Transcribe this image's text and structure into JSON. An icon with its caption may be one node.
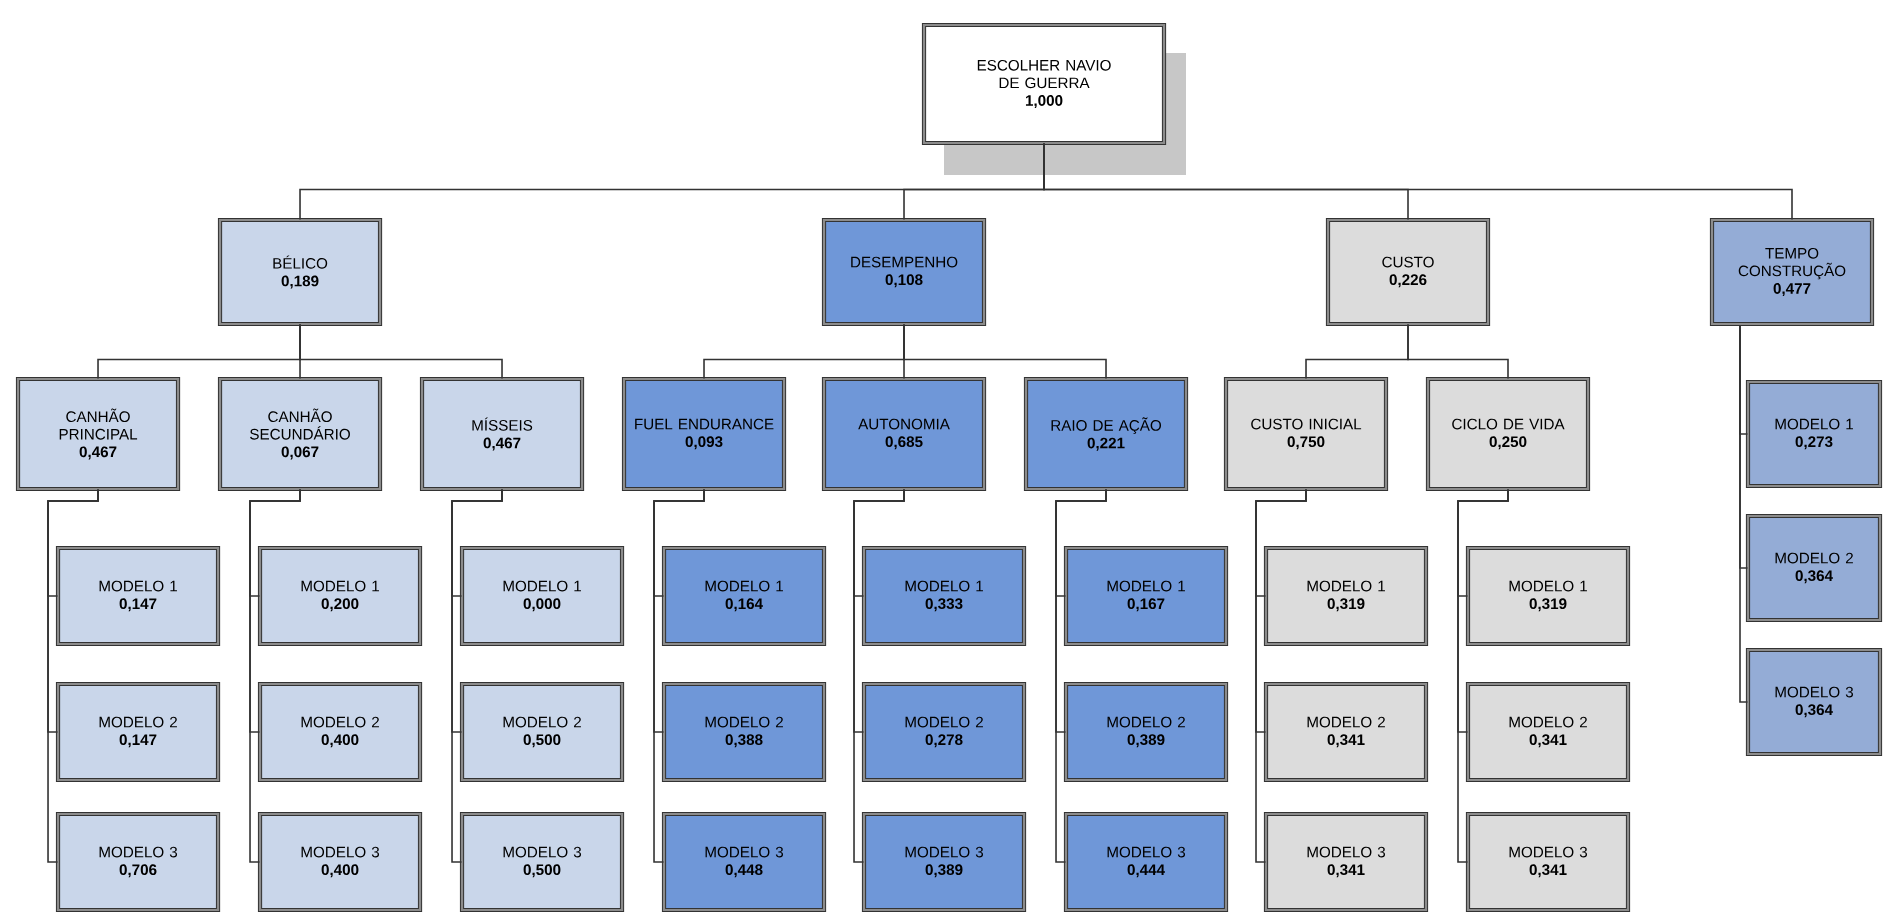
{
  "diagram": {
    "nodes": [
      {
        "text": [
          "ESCOLHER NAVIO DE GUERRA",
          "1,000"
        ]
      },
      {
        "text": [
          "BÉLICO",
          "0,189"
        ]
      },
      {
        "text": [
          "DESEMPENHO",
          "0,108"
        ]
      },
      {
        "text": [
          "CUSTO",
          "0,226"
        ]
      },
      {
        "text": [
          "TEMPO CONSTRUÇÃO",
          "0,477"
        ]
      },
      {
        "text": [
          "CANHÃO PRINCIPAL",
          "0,467"
        ]
      },
      {
        "text": [
          "CANHÃO SECUNDÁRIO",
          "0,067"
        ]
      },
      {
        "text": [
          "MÍSSEIS",
          "0,467"
        ]
      },
      {
        "text": [
          "FUEL ENDURANCE",
          "0,093"
        ]
      },
      {
        "text": [
          "AUTONOMIA",
          "0,685"
        ]
      },
      {
        "text": [
          "RAIO DE AÇÃO",
          "0,221"
        ]
      },
      {
        "text": [
          "CUSTO INICIAL",
          "0,750"
        ]
      },
      {
        "text": [
          "CICLO DE VIDA",
          "0,250"
        ]
      },
      {
        "text": [
          "MODELO 1",
          "0,147"
        ]
      },
      {
        "text": [
          "MODELO 2",
          "0,147"
        ]
      },
      {
        "text": [
          "MODELO 3",
          "0,706"
        ]
      },
      {
        "text": [
          "MODELO 1",
          "0,200"
        ]
      },
      {
        "text": [
          "MODELO 2",
          "0,400"
        ]
      },
      {
        "text": [
          "MODELO 3",
          "0,400"
        ]
      },
      {
        "text": [
          "MODELO 1",
          "0,000"
        ]
      },
      {
        "text": [
          "MODELO 2",
          "0,500"
        ]
      },
      {
        "text": [
          "MODELO 3",
          "0,500"
        ]
      },
      {
        "text": [
          "MODELO 1",
          "0,164"
        ]
      },
      {
        "text": [
          "MODELO 2",
          "0,388"
        ]
      },
      {
        "text": [
          "MODELO 3",
          "0,448"
        ]
      },
      {
        "text": [
          "MODELO 1",
          "0,333"
        ]
      },
      {
        "text": [
          "MODELO 2",
          "0,278"
        ]
      },
      {
        "text": [
          "MODELO 3",
          "0,389"
        ]
      },
      {
        "text": [
          "MODELO 1",
          "0,167"
        ]
      },
      {
        "text": [
          "MODELO 2",
          "0,389"
        ]
      },
      {
        "text": [
          "MODELO 3",
          "0,444"
        ]
      },
      {
        "text": [
          "MODELO 1",
          "0,319"
        ]
      },
      {
        "text": [
          "MODELO 2",
          "0,341"
        ]
      },
      {
        "text": [
          "MODELO 3",
          "0,341"
        ]
      },
      {
        "text": [
          "MODELO 1",
          "0,319"
        ]
      },
      {
        "text": [
          "MODELO 2",
          "0,341"
        ]
      },
      {
        "text": [
          "MODELO 3",
          "0,341"
        ]
      },
      {
        "text": [
          "MODELO 1",
          "0,273"
        ]
      },
      {
        "text": [
          "MODELO 2",
          "0,364"
        ]
      },
      {
        "text": [
          "MODELO 3",
          "0,364"
        ]
      }
    ],
    "edges": [
      {
        "from": 0,
        "to": 1,
        "arrow": "none"
      },
      {
        "from": 0,
        "to": 2,
        "arrow": "none"
      },
      {
        "from": 0,
        "to": 3,
        "arrow": "none"
      },
      {
        "from": 0,
        "to": 4,
        "arrow": "none"
      },
      {
        "from": 1,
        "to": 5,
        "arrow": "none"
      },
      {
        "from": 1,
        "to": 6,
        "arrow": "none"
      },
      {
        "from": 1,
        "to": 7,
        "arrow": "none"
      },
      {
        "from": 2,
        "to": 8,
        "arrow": "none"
      },
      {
        "from": 2,
        "to": 9,
        "arrow": "none"
      },
      {
        "from": 2,
        "to": 10,
        "arrow": "none"
      },
      {
        "from": 3,
        "to": 11,
        "arrow": "none"
      },
      {
        "from": 3,
        "to": 12,
        "arrow": "none"
      },
      {
        "from": 5,
        "to": 13,
        "arrow": "none"
      },
      {
        "from": 5,
        "to": 14,
        "arrow": "none"
      },
      {
        "from": 5,
        "to": 15,
        "arrow": "none"
      },
      {
        "from": 6,
        "to": 16,
        "arrow": "none"
      },
      {
        "from": 6,
        "to": 17,
        "arrow": "none"
      },
      {
        "from": 6,
        "to": 18,
        "arrow": "none"
      },
      {
        "from": 7,
        "to": 19,
        "arrow": "none"
      },
      {
        "from": 7,
        "to": 20,
        "arrow": "none"
      },
      {
        "from": 7,
        "to": 21,
        "arrow": "none"
      },
      {
        "from": 8,
        "to": 22,
        "arrow": "none"
      },
      {
        "from": 8,
        "to": 23,
        "arrow": "none"
      },
      {
        "from": 8,
        "to": 24,
        "arrow": "none"
      },
      {
        "from": 9,
        "to": 25,
        "arrow": "none"
      },
      {
        "from": 9,
        "to": 26,
        "arrow": "none"
      },
      {
        "from": 9,
        "to": 27,
        "arrow": "none"
      },
      {
        "from": 10,
        "to": 28,
        "arrow": "none"
      },
      {
        "from": 10,
        "to": 29,
        "arrow": "none"
      },
      {
        "from": 10,
        "to": 30,
        "arrow": "none"
      },
      {
        "from": 11,
        "to": 31,
        "arrow": "none"
      },
      {
        "from": 11,
        "to": 32,
        "arrow": "none"
      },
      {
        "from": 11,
        "to": 33,
        "arrow": "none"
      },
      {
        "from": 12,
        "to": 34,
        "arrow": "none"
      },
      {
        "from": 12,
        "to": 35,
        "arrow": "none"
      },
      {
        "from": 12,
        "to": 36,
        "arrow": "none"
      },
      {
        "from": 4,
        "to": 37,
        "arrow": "none"
      },
      {
        "from": 4,
        "to": 38,
        "arrow": "none"
      },
      {
        "from": 4,
        "to": 39,
        "arrow": "none"
      }
    ]
  }
}
